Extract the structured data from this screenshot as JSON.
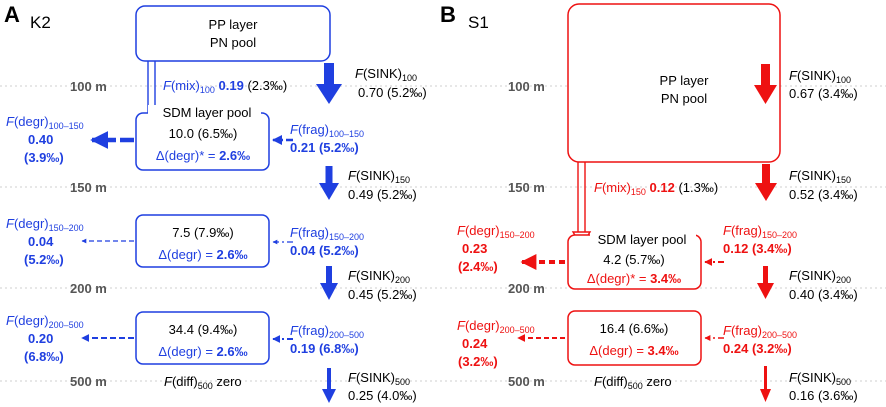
{
  "colors": {
    "k2": "#1f3fe0",
    "s1": "#ee1111",
    "grid": "#cfcfcf"
  },
  "depths": [
    "100 m",
    "150 m",
    "200 m",
    "500 m"
  ],
  "panels": {
    "k2": {
      "letter": "A",
      "name": "K2",
      "pp_line1": "PP layer",
      "pp_line2": "PN pool",
      "fmix_label": "F(mix)",
      "fmix_sub": "100",
      "fmix_val": "0.19",
      "fmix_pct": "(2.3‰)",
      "sdm_label": "SDM layer pool",
      "sinks": [
        {
          "sub": "100",
          "val": "0.70",
          "pct": "(5.2‰)"
        },
        {
          "sub": "150",
          "val": "0.49",
          "pct": "(5.2‰)"
        },
        {
          "sub": "200",
          "val": "0.45",
          "pct": "(5.2‰)"
        },
        {
          "sub": "500",
          "val": "0.25",
          "pct": "(4.0‰)"
        }
      ],
      "boxes": [
        {
          "pool": "10.0 (6.5‰)",
          "degr_label": "Δ(degr)* = ",
          "degr_val": "2.6‰"
        },
        {
          "pool": "7.5 (7.9‰)",
          "degr_label": "Δ(degr) = ",
          "degr_val": "2.6‰"
        },
        {
          "pool": "34.4 (9.4‰)",
          "degr_label": "Δ(degr) = ",
          "degr_val": "2.6‰"
        }
      ],
      "frags": [
        {
          "sub": "100–150",
          "val": "0.21",
          "pct": "(5.2‰)"
        },
        {
          "sub": "150–200",
          "val": "0.04",
          "pct": "(5.2‰)"
        },
        {
          "sub": "200–500",
          "val": "0.19",
          "pct": "(6.8‰)"
        }
      ],
      "degrs": [
        {
          "sub": "100–150",
          "val": "0.40",
          "pct": "(3.9‰)"
        },
        {
          "sub": "150–200",
          "val": "0.04",
          "pct": "(5.2‰)"
        },
        {
          "sub": "200–500",
          "val": "0.20",
          "pct": "(6.8‰)"
        }
      ],
      "fdiff": "F(diff)",
      "fdiff_sub": "500",
      "fdiff_val": " zero"
    },
    "s1": {
      "letter": "B",
      "name": "S1",
      "pp_line1": "PP layer",
      "pp_line2": "PN pool",
      "fmix_label": "F(mix)",
      "fmix_sub": "150",
      "fmix_val": "0.12",
      "fmix_pct": "(1.3‰)",
      "sdm_label": "SDM layer pool",
      "sinks": [
        {
          "sub": "100",
          "val": "0.67",
          "pct": "(3.4‰)"
        },
        {
          "sub": "150",
          "val": "0.52",
          "pct": "(3.4‰)"
        },
        {
          "sub": "200",
          "val": "0.40",
          "pct": "(3.4‰)"
        },
        {
          "sub": "500",
          "val": "0.16",
          "pct": "(3.6‰)"
        }
      ],
      "boxes": [
        {
          "pool": "4.2 (5.7‰)",
          "degr_label": "Δ(degr)* = ",
          "degr_val": "3.4‰"
        },
        {
          "pool": "16.4 (6.6‰)",
          "degr_label": "Δ(degr) = ",
          "degr_val": "3.4‰"
        }
      ],
      "frags": [
        {
          "sub": "150–200",
          "val": "0.12",
          "pct": "(3.4‰)"
        },
        {
          "sub": "200–500",
          "val": "0.24",
          "pct": "(3.2‰)"
        }
      ],
      "degrs": [
        {
          "sub": "150–200",
          "val": "0.23",
          "pct": "(2.4‰)"
        },
        {
          "sub": "200–500",
          "val": "0.24",
          "pct": "(3.2‰)"
        }
      ],
      "fdiff": "F(diff)",
      "fdiff_sub": "500",
      "fdiff_val": " zero"
    }
  }
}
